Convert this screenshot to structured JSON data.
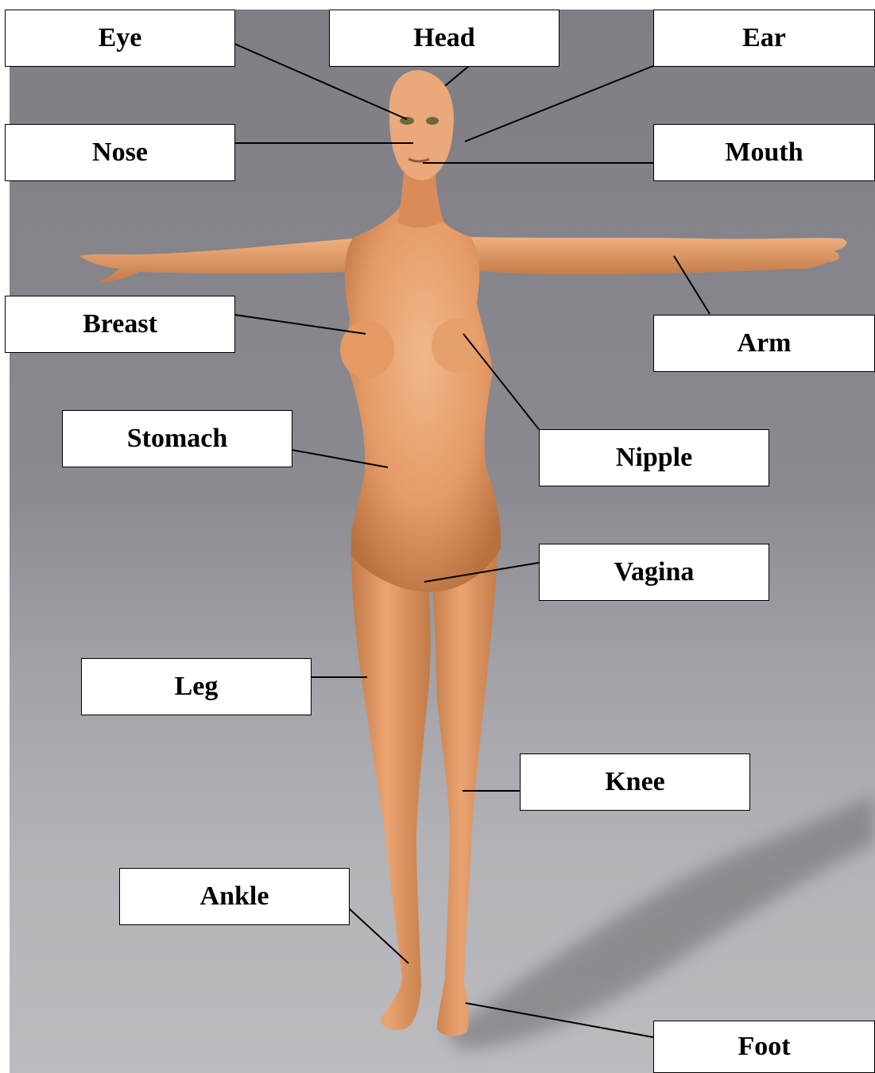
{
  "labels": {
    "eye": "Eye",
    "head": "Head",
    "ear": "Ear",
    "nose": "Nose",
    "mouth": "Mouth",
    "breast": "Breast",
    "arm": "Arm",
    "stomach": "Stomach",
    "nipple": "Nipple",
    "vagina": "Vagina",
    "leg": "Leg",
    "knee": "Knee",
    "ankle": "Ankle",
    "foot": "Foot"
  },
  "colors": {
    "skin": "#e8a070",
    "skin_shadow": "#c07848",
    "background": "#8a8a90",
    "floor": "#b5b5ba",
    "label_border": "#000000",
    "line": "#000000"
  }
}
